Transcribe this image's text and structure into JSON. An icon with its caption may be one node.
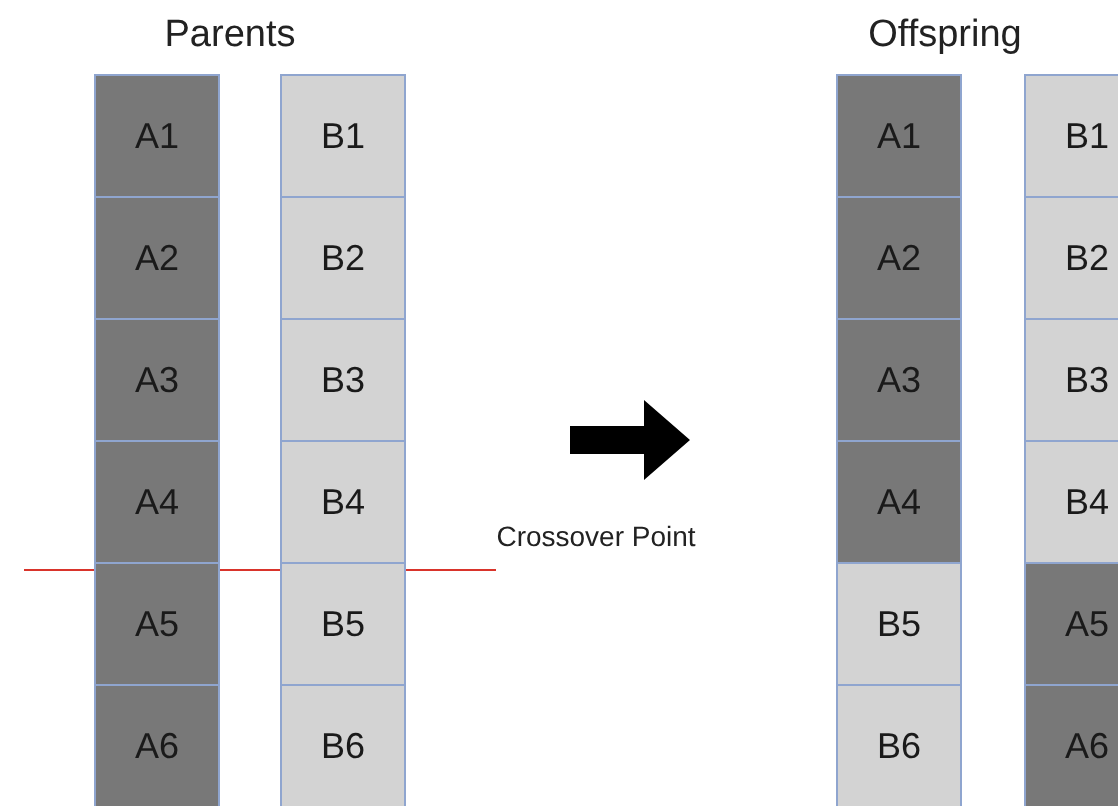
{
  "diagram": {
    "nodes": [
      {
        "text": [
          "A1"
        ]
      },
      {
        "text": [
          "A2"
        ]
      },
      {
        "text": [
          "A3"
        ]
      },
      {
        "text": [
          "A4"
        ]
      },
      {
        "text": [
          "A5"
        ]
      },
      {
        "text": [
          "A6"
        ]
      },
      {
        "text": [
          "B1"
        ]
      },
      {
        "text": [
          "B2"
        ]
      },
      {
        "text": [
          "B3"
        ]
      },
      {
        "text": [
          "B4"
        ]
      },
      {
        "text": [
          "B5"
        ]
      },
      {
        "text": [
          "B6"
        ]
      },
      {
        "text": [
          "A1"
        ]
      },
      {
        "text": [
          "A2"
        ]
      },
      {
        "text": [
          "A3"
        ]
      },
      {
        "text": [
          "A4"
        ]
      },
      {
        "text": [
          "B5"
        ]
      },
      {
        "text": [
          "B6"
        ]
      },
      {
        "text": [
          "B1"
        ]
      },
      {
        "text": [
          "B2"
        ]
      },
      {
        "text": [
          "B3"
        ]
      },
      {
        "text": [
          "B4"
        ]
      },
      {
        "text": [
          "A5"
        ]
      },
      {
        "text": [
          "A6"
        ]
      }
    ],
    "labels": [
      "Parents",
      "Offspring",
      "Crossover Point"
    ]
  }
}
